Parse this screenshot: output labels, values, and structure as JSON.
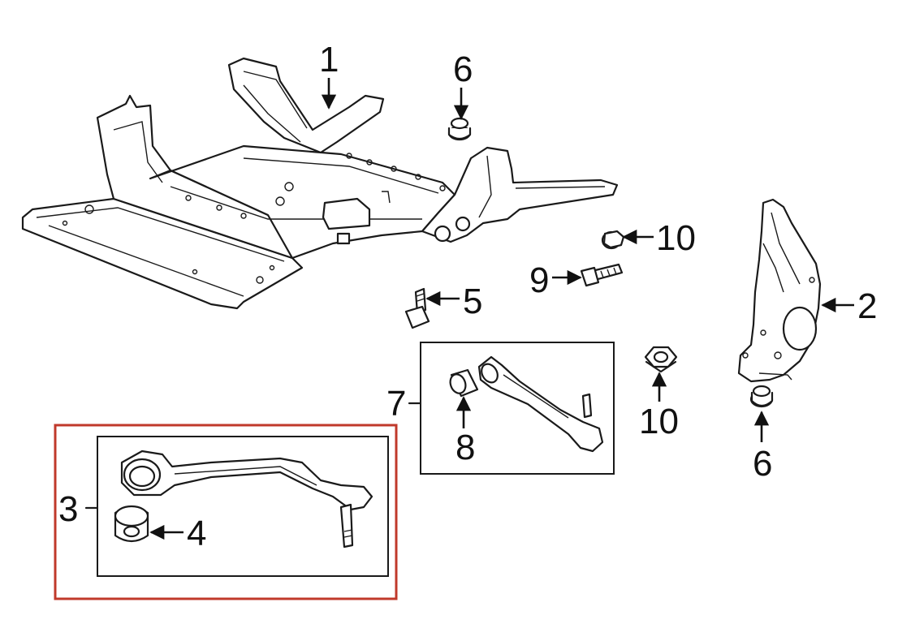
{
  "callouts": {
    "c1": "1",
    "c2": "2",
    "c3": "3",
    "c4": "4",
    "c5": "5",
    "c6_top": "6",
    "c6_bottom": "6",
    "c7": "7",
    "c8": "8",
    "c9": "9",
    "c10_top": "10",
    "c10_bottom": "10"
  },
  "colors": {
    "highlight": "#c0392b",
    "linework": "#1a1a1a",
    "background": "#ffffff"
  }
}
